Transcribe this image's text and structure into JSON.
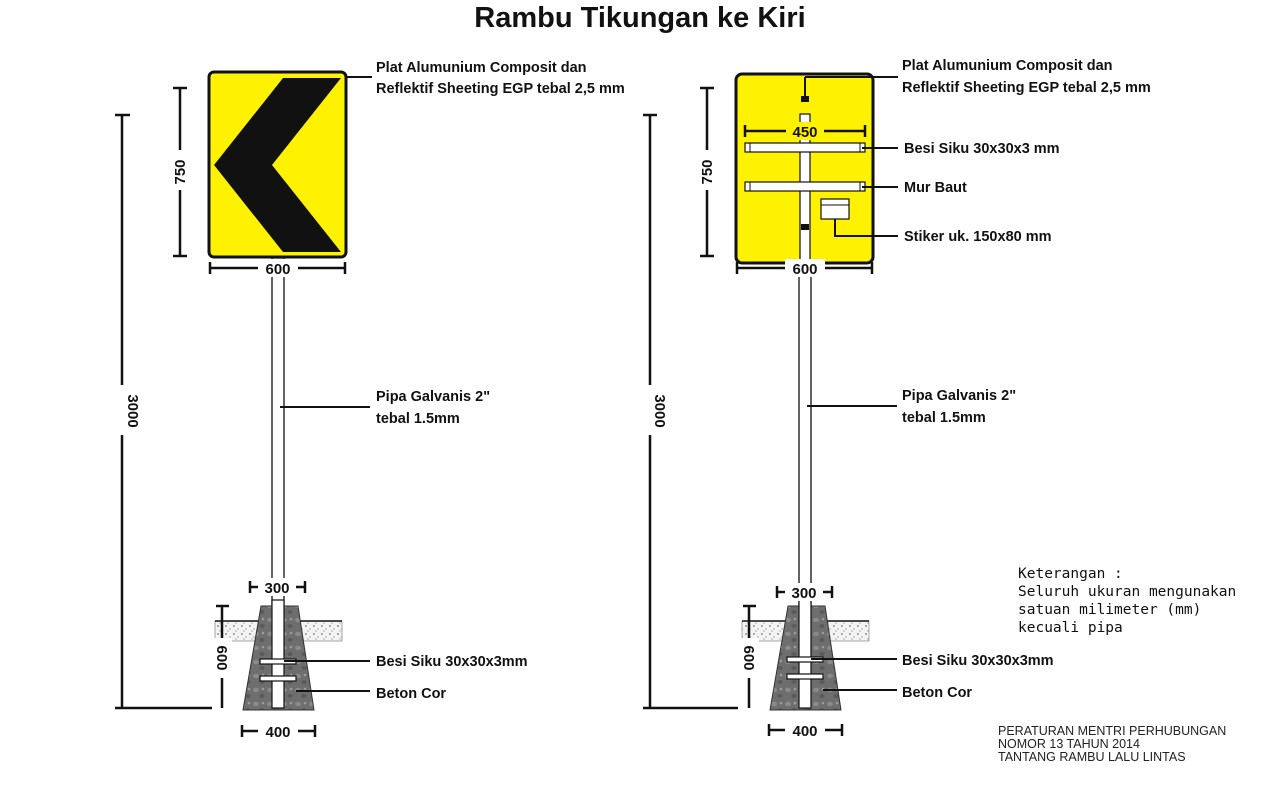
{
  "title": "Rambu Tikungan ke Kiri",
  "colors": {
    "sign_yellow": "#FFF200",
    "ink": "#111111",
    "concrete": "#6e6e6e"
  },
  "left_sign": {
    "plate_label_line1": "Plat Alumunium  Composit dan",
    "plate_label_line2": "Reflektif Sheeting EGP tebal 2,5 mm",
    "dim_height_sign": "750",
    "dim_width_sign": "600",
    "dim_total_height": "3000",
    "pipe_label_line1": "Pipa Galvanis 2\"",
    "pipe_label_line2": "tebal 1.5mm",
    "dim_top_foundation": "300",
    "dim_depth_foundation": "600",
    "dim_bottom_foundation": "400",
    "angle_label": "Besi Siku 30x30x3mm",
    "concrete_label": "Beton Cor"
  },
  "right_sign": {
    "plate_label_line1": "Plat Alumunium  Composit dan",
    "plate_label_line2": "Reflektif Sheeting EGP tebal 2,5 mm",
    "dim_inner_width": "450",
    "angle_back_label": "Besi Siku 30x30x3 mm",
    "bolt_label": "Mur Baut",
    "sticker_label": "Stiker uk. 150x80 mm",
    "dim_height_sign": "750",
    "dim_width_sign": "600",
    "dim_total_height": "3000",
    "pipe_label_line1": "Pipa Galvanis 2\"",
    "pipe_label_line2": "tebal 1.5mm",
    "dim_top_foundation": "300",
    "dim_depth_foundation": "600",
    "dim_bottom_foundation": "400",
    "angle_label": "Besi Siku 30x30x3mm",
    "concrete_label": "Beton Cor"
  },
  "note": {
    "line1": "Keterangan :",
    "line2": "Seluruh ukuran mengunakan",
    "line3": "satuan milimeter (mm)",
    "line4": "kecuali pipa"
  },
  "regulation": {
    "line1": "PERATURAN MENTRI PERHUBUNGAN",
    "line2": "NOMOR 13 TAHUN 2014",
    "line3": "TANTANG RAMBU LALU LINTAS"
  }
}
